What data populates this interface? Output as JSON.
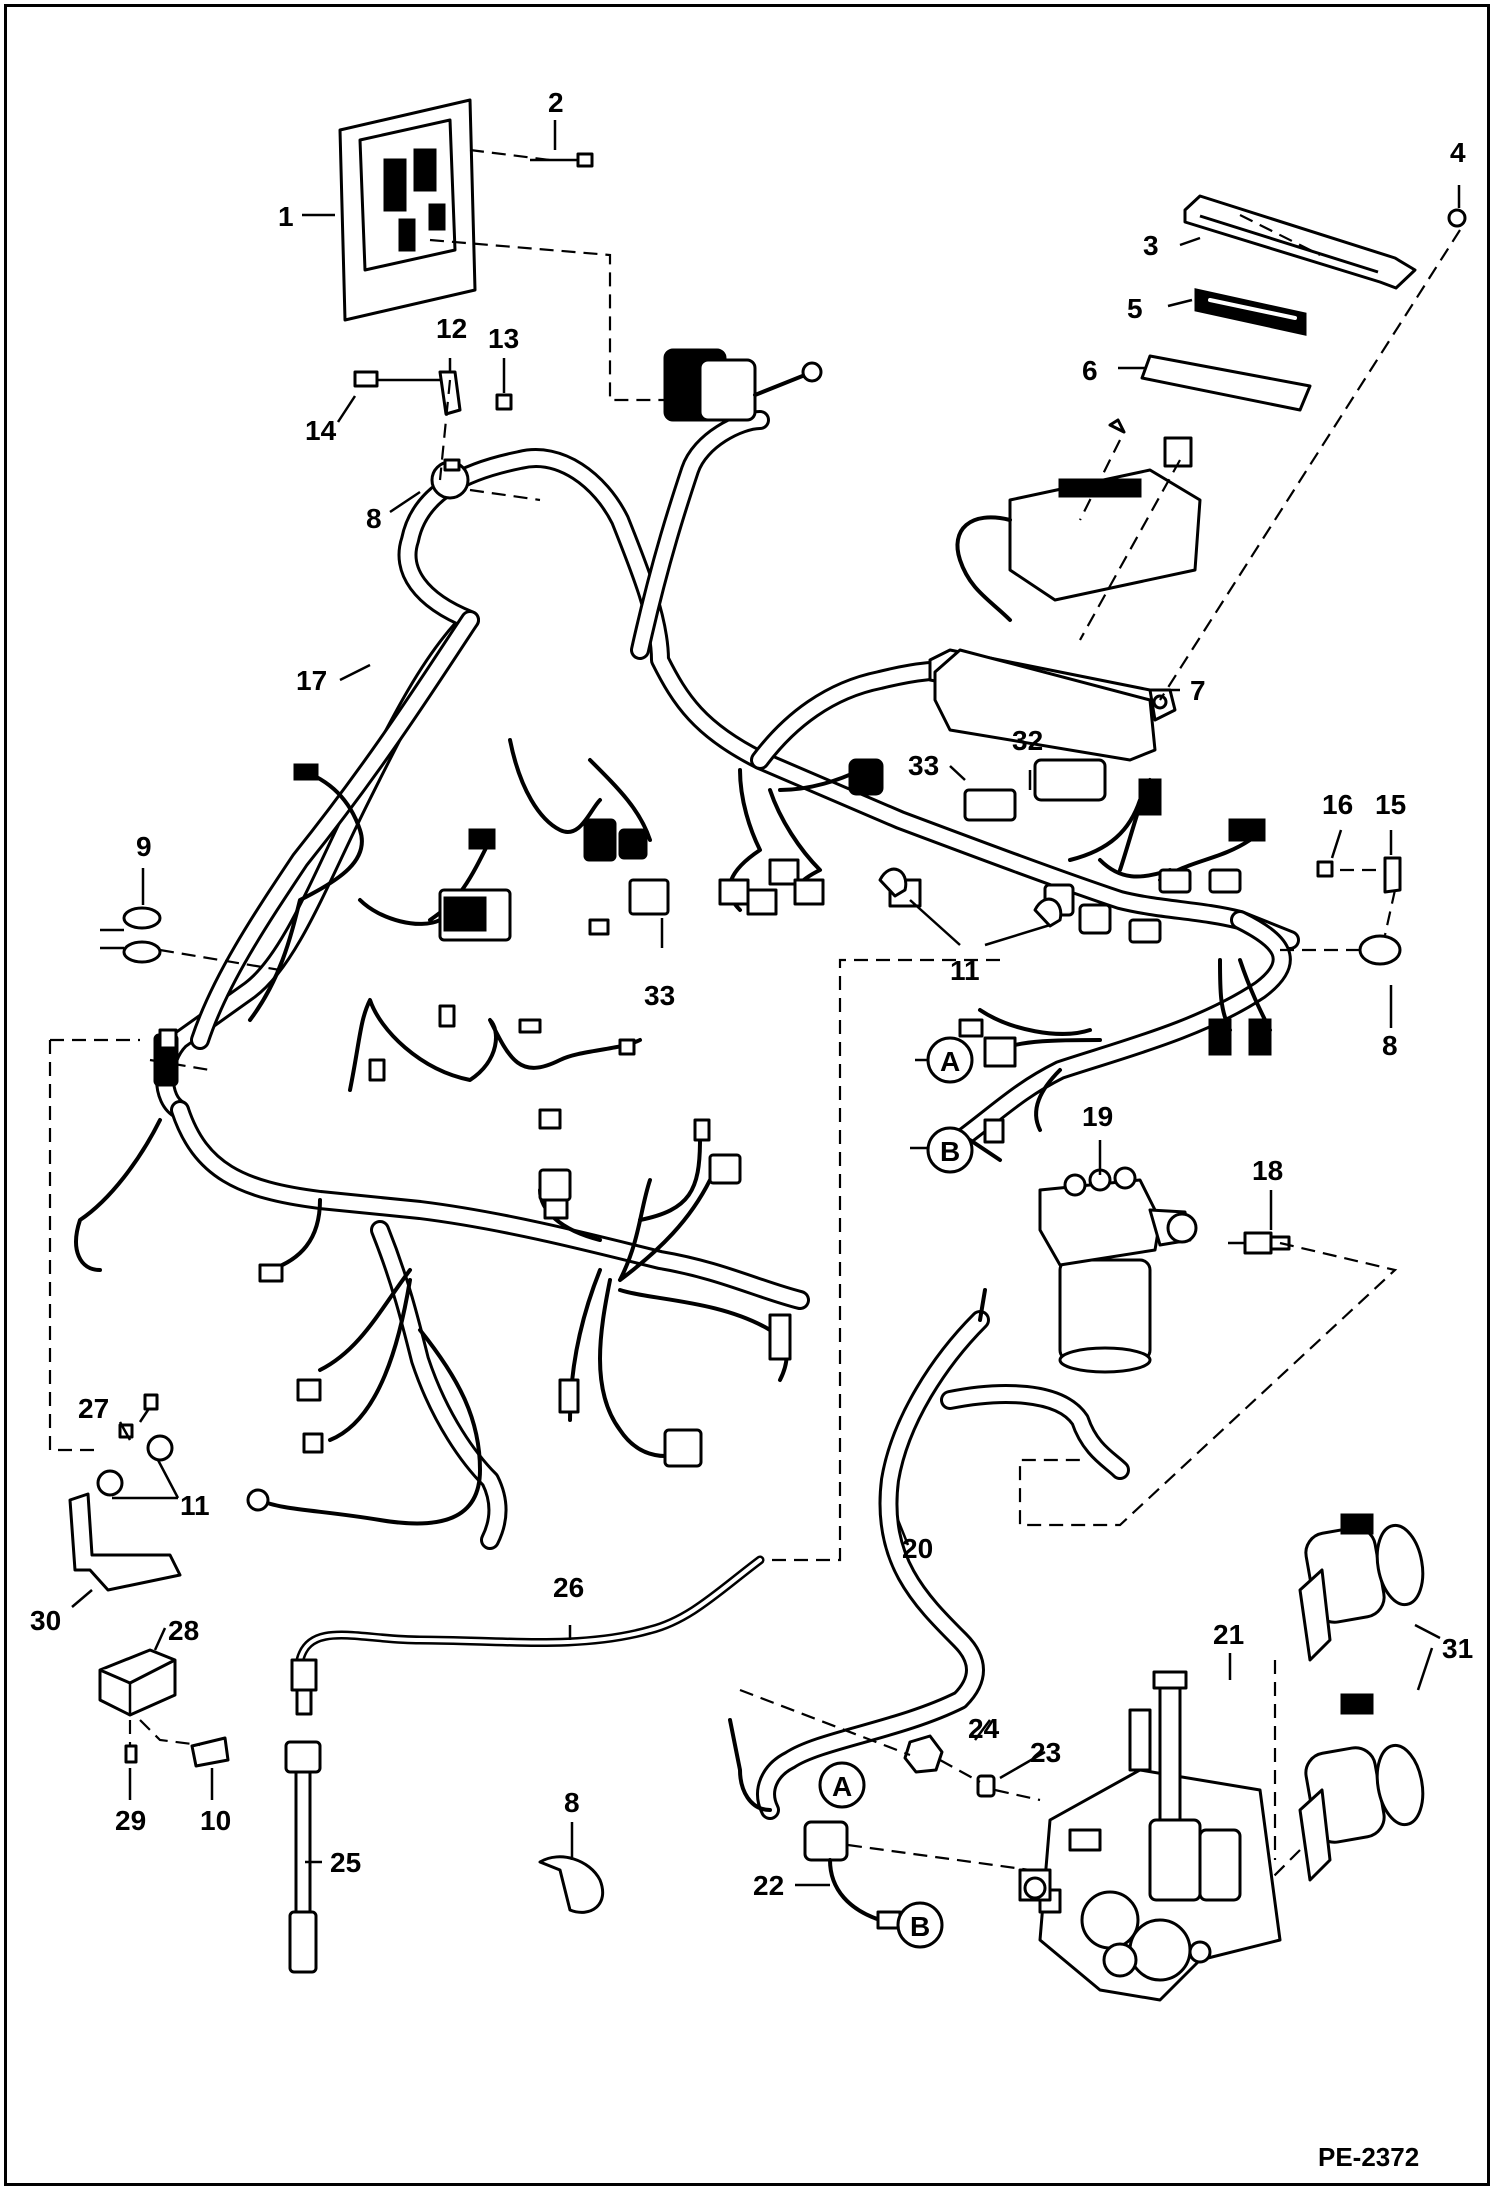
{
  "drawing_id": "PE-2372",
  "callouts": {
    "c1": "1",
    "c2": "2",
    "c3": "3",
    "c4": "4",
    "c5": "5",
    "c6": "6",
    "c7": "7",
    "c8a": "8",
    "c8b": "8",
    "c8c": "8",
    "c9": "9",
    "c10": "10",
    "c11a": "11",
    "c11b": "11",
    "c12": "12",
    "c13": "13",
    "c14": "14",
    "c15": "15",
    "c16": "16",
    "c17": "17",
    "c18": "18",
    "c19": "19",
    "c20": "20",
    "c21": "21",
    "c22": "22",
    "c23": "23",
    "c24": "24",
    "c25": "25",
    "c26": "26",
    "c27": "27",
    "c28": "28",
    "c29": "29",
    "c30": "30",
    "c31": "31",
    "c32": "32",
    "c33a": "33",
    "c33b": "33"
  },
  "connectors": {
    "a1": "A",
    "a2": "A",
    "b1": "B",
    "b2": "B"
  }
}
